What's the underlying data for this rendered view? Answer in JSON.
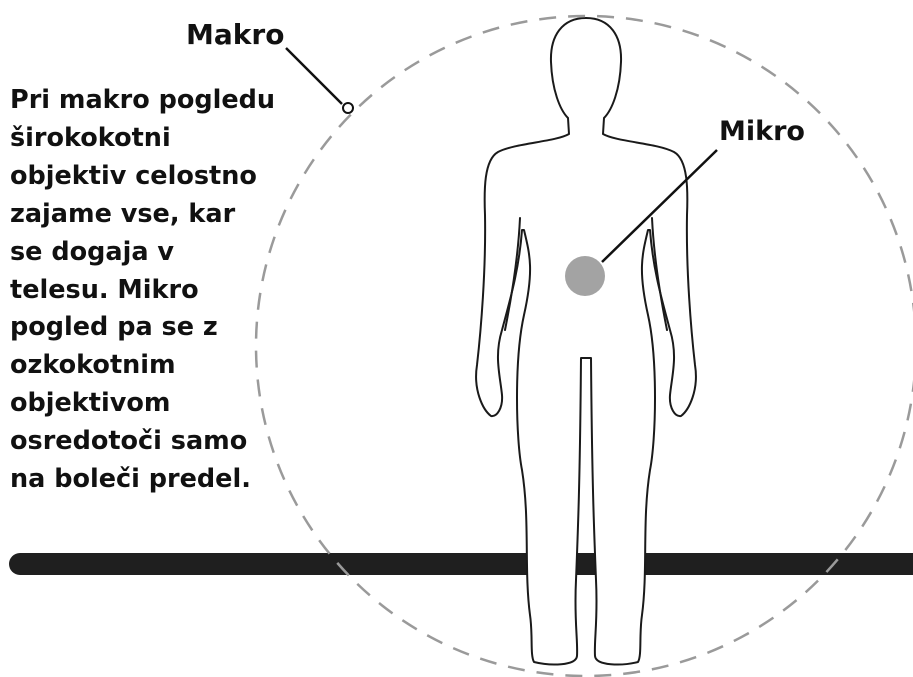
{
  "labels": {
    "macro": "Makro",
    "micro": "Mikro"
  },
  "caption_lines": [
    "Pri makro pogledu",
    "širokokotni",
    "objektiv celostno",
    "zajame vse, kar",
    "se dogaja v",
    "telesu. Mikro",
    "pogled pa se z",
    "ozkokotnim",
    "objektivom",
    "osredotoči samo",
    "na boleči predel."
  ],
  "colors": {
    "text": "#111111",
    "outline": "#1a1a1a",
    "dashed_circle": "#9a9a9a",
    "ground": "#1f1f1f",
    "focus_spot": "#a3a3a3",
    "background": "#ffffff"
  },
  "icons": {
    "macro_marker": "small ring marker on dashed circle",
    "micro_marker": "filled grey circle on abdomen"
  }
}
